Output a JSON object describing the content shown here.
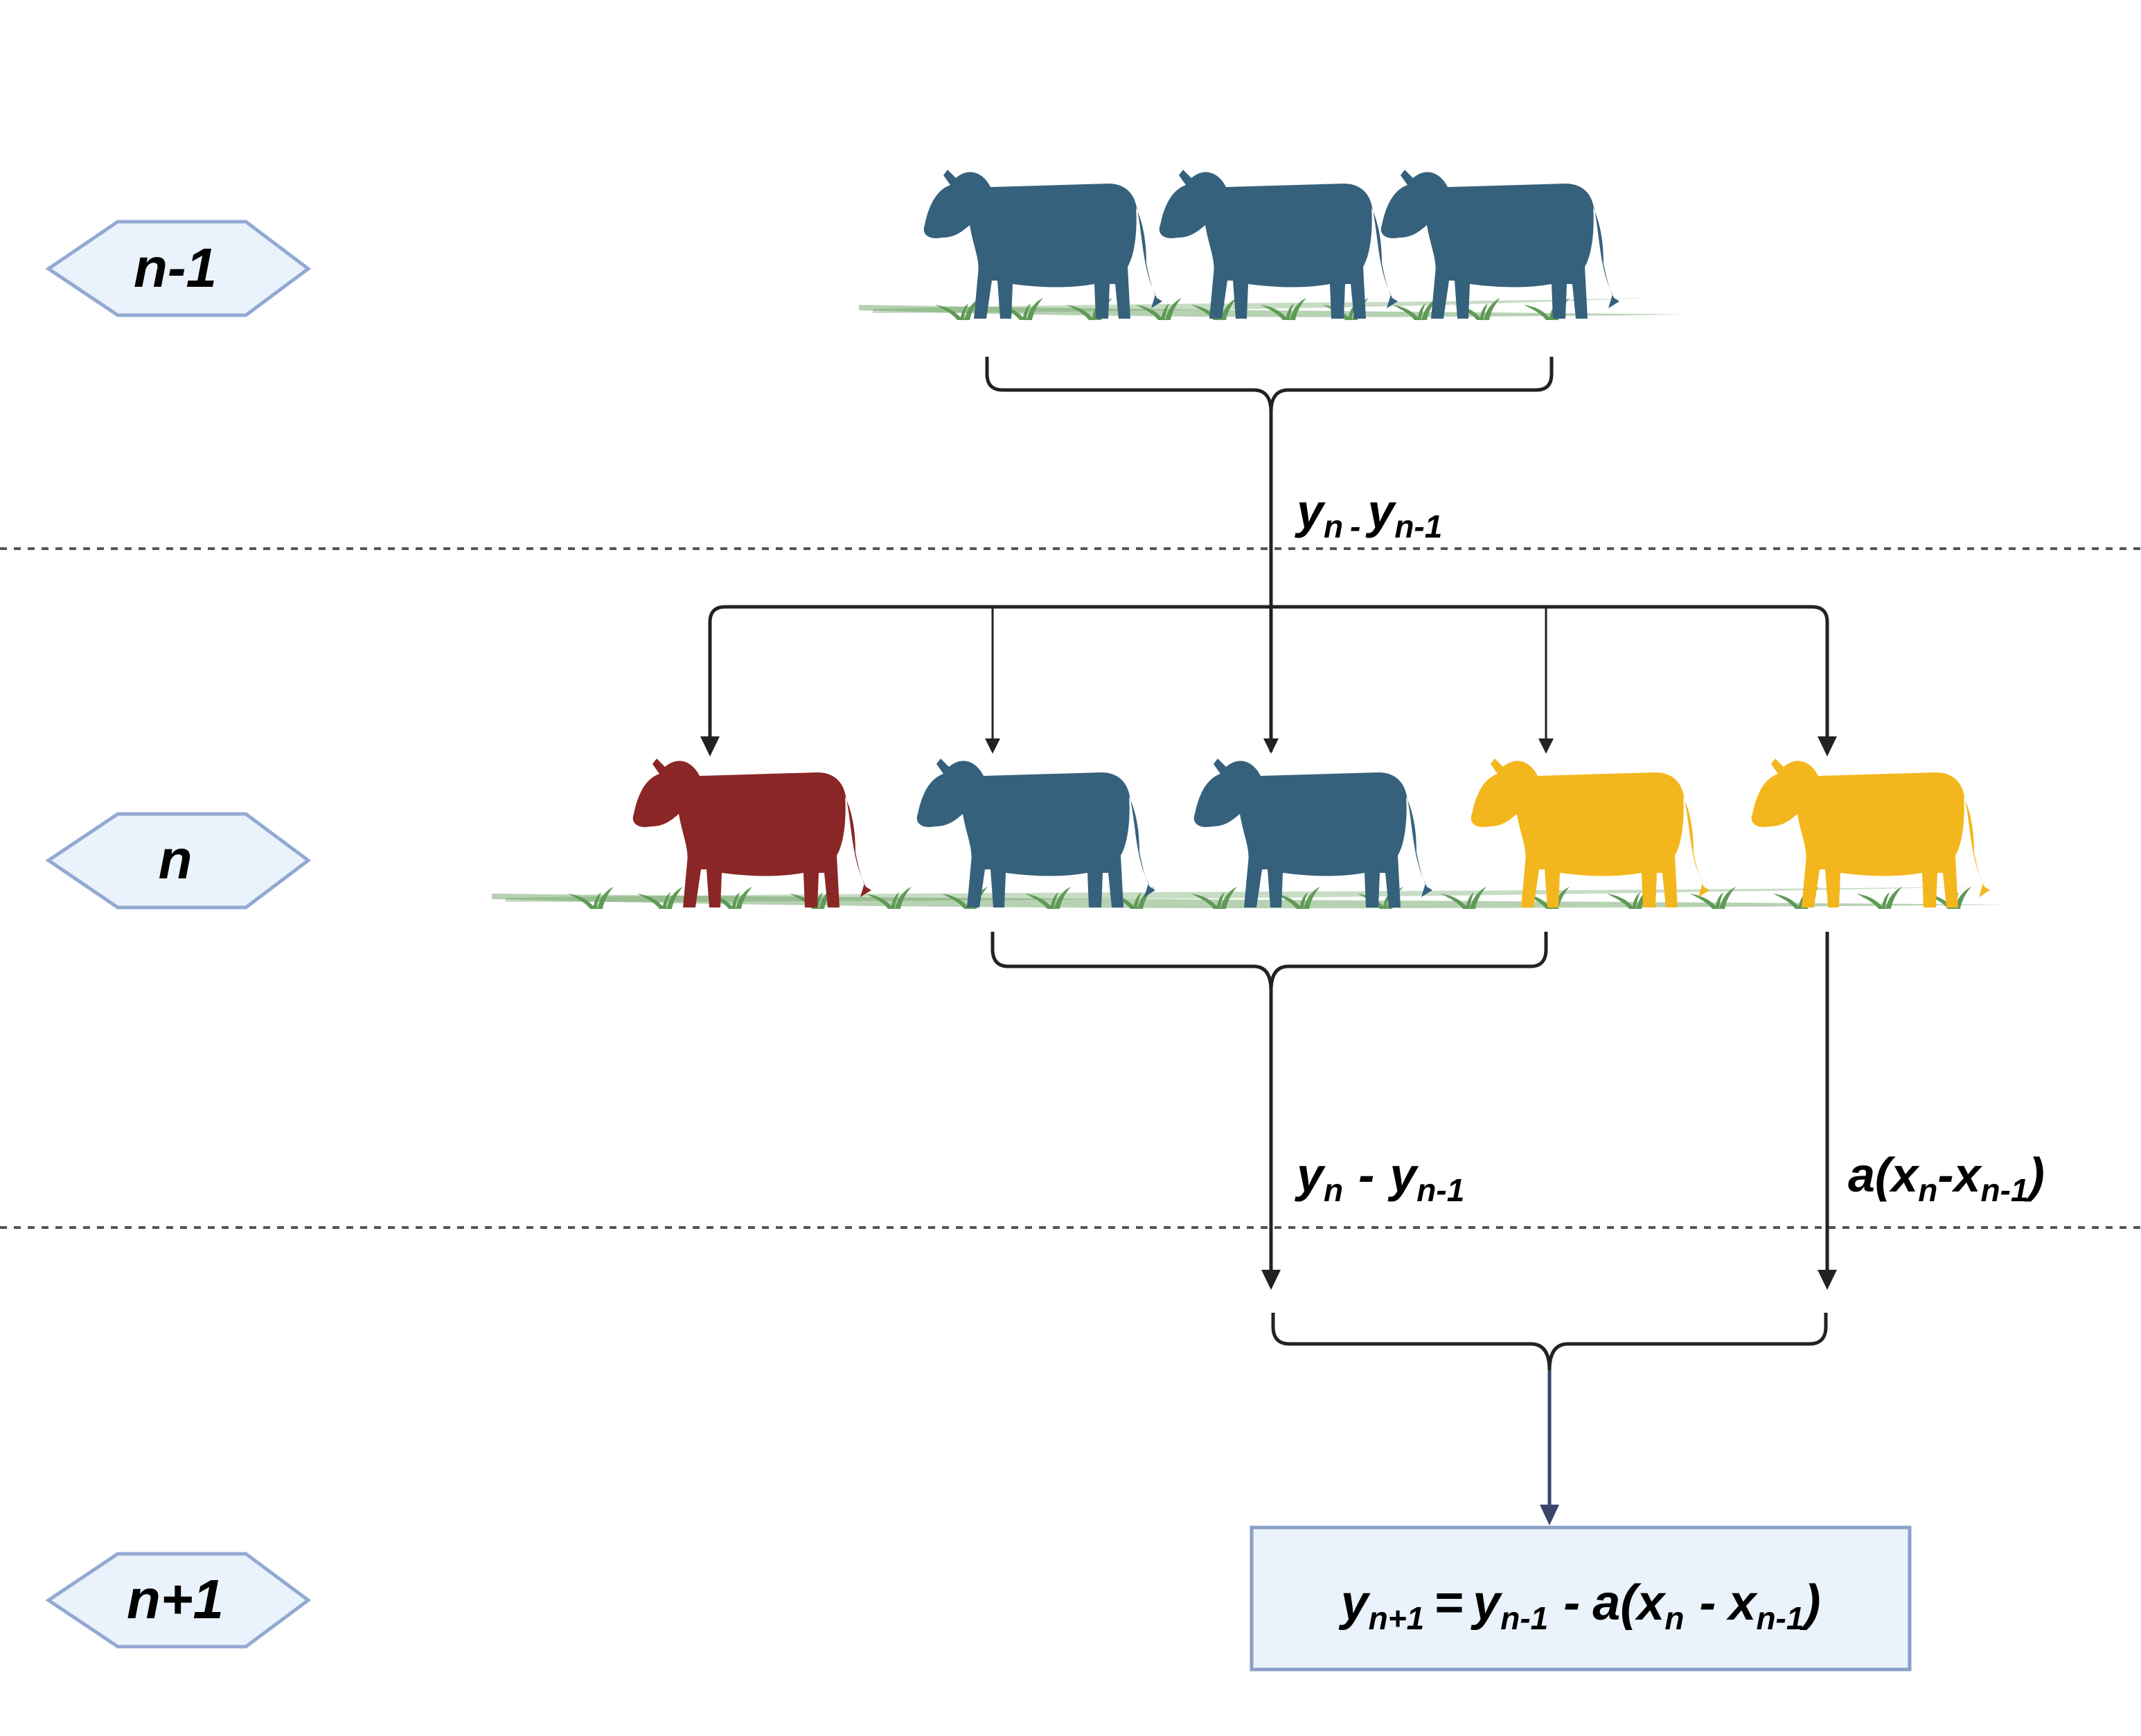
{
  "generations": [
    {
      "id": "prev",
      "label": "n-1"
    },
    {
      "id": "current",
      "label": "n"
    },
    {
      "id": "next",
      "label": "n+1"
    }
  ],
  "rows": {
    "n_minus_1": [
      "blue",
      "blue",
      "blue"
    ],
    "n": [
      "red",
      "blue",
      "blue",
      "yellow",
      "yellow"
    ]
  },
  "edges": {
    "top": {
      "base": "y",
      "sub1": "n",
      "op": "-",
      "base2": "y",
      "sub2": "n-1"
    },
    "middle_left": {
      "base": "y",
      "sub1": "n",
      "op": "-",
      "base2": "y",
      "sub2": "n-1"
    },
    "middle_right": {
      "coef": "a(",
      "base": "x",
      "sub1": "n",
      "op": "-",
      "base2": "x",
      "sub2": "n-1",
      "close": ")"
    }
  },
  "result": {
    "lhs_base": "y",
    "lhs_sub": "n+1",
    "eq": "=",
    "t1_base": "y",
    "t1_sub": "n-1",
    "minus1": "-",
    "coef": "a(",
    "t2_base": "x",
    "t2_sub": "n",
    "minus2": "-",
    "t3_base": "x",
    "t3_sub": "n-1",
    "close": ")"
  },
  "colors": {
    "blue": "#36617c",
    "red": "#8b2626",
    "yellow": "#f3b71d",
    "grass": "#5f9a56",
    "hex_fill": "#eaf2fb",
    "hex_stroke": "#93a9d3",
    "box_fill": "#eaf2fb",
    "box_stroke": "#8aa0c8"
  }
}
